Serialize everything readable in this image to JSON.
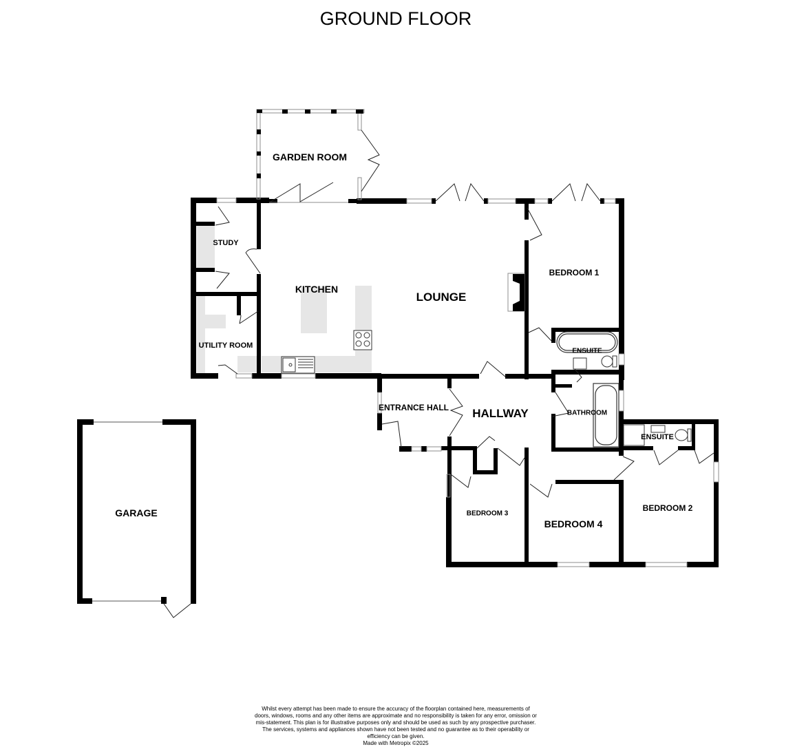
{
  "title": "GROUND FLOOR",
  "colors": {
    "wall": "#000000",
    "fitted_units": "#e6e6e6",
    "window_frame": "#8c8c8c",
    "background": "#ffffff"
  },
  "rooms": {
    "garden_room": "GARDEN ROOM",
    "study": "STUDY",
    "kitchen": "KITCHEN",
    "lounge": "LOUNGE",
    "bedroom_1": "BEDROOM 1",
    "ensuite_1": "ENSUITE",
    "utility_room": "UTILITY ROOM",
    "entrance_hall": "ENTRANCE HALL",
    "hallway": "HALLWAY",
    "bathroom": "BATHROOM",
    "ensuite_2": "ENSUITE",
    "bedroom_3": "BEDROOM 3",
    "bedroom_4": "BEDROOM 4",
    "bedroom_2": "BEDROOM 2",
    "garage": "GARAGE"
  },
  "fixtures": [
    "fireplace-icon",
    "sink-icon",
    "hob-icon",
    "bath-icon",
    "toilet-icon",
    "basin-icon",
    "shower-icon"
  ],
  "disclaimer": {
    "text": "Whilst every attempt has been made to ensure the accuracy of the floorplan contained here, measurements of doors, windows, rooms and any other items are approximate and no responsibility is taken for any error, omission or mis-statement. This plan is for illustrative purposes only and should be used as such by any prospective purchaser. The services, systems and appliances shown have not been tested and no guarantee as to their operability or efficiency can be given.",
    "credit": "Made with Metropix ©2025"
  }
}
